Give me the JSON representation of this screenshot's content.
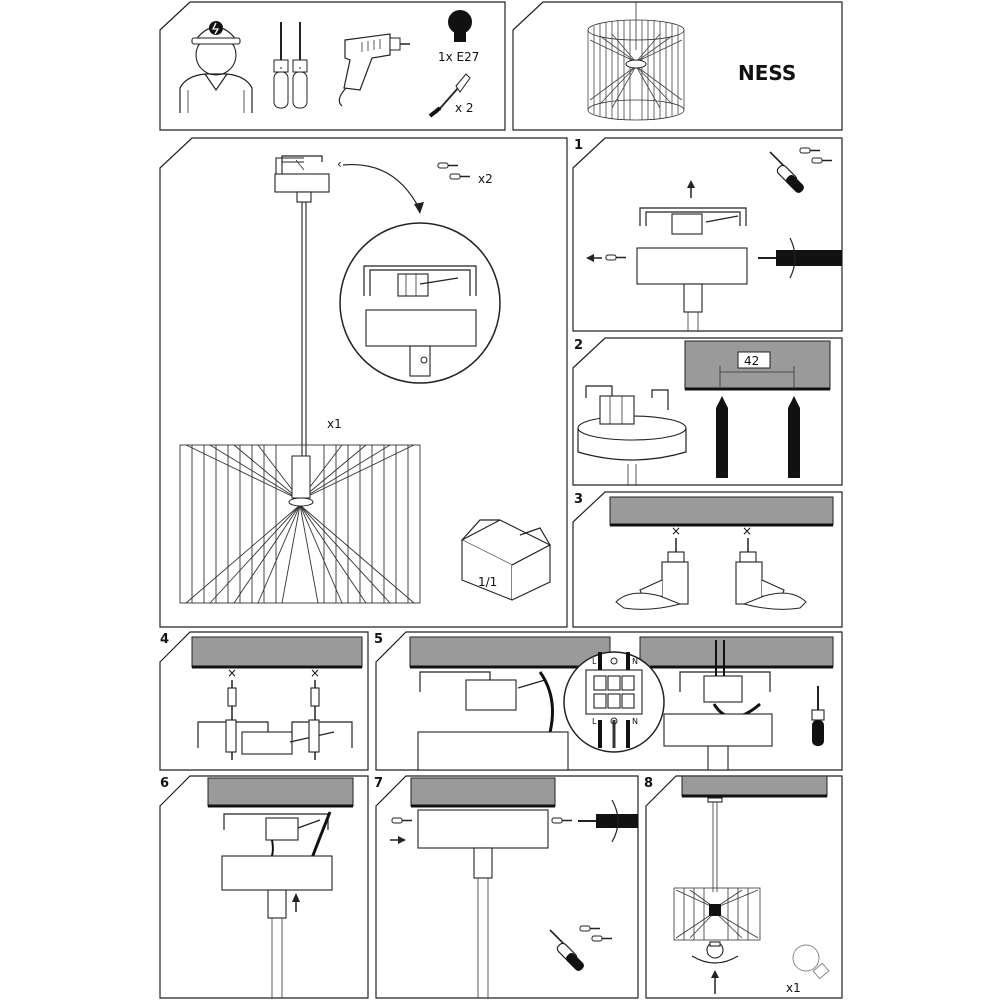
{
  "header": {
    "bulb_label": "1x E27",
    "screw_label": "x 2",
    "product_name": "NESS"
  },
  "main": {
    "screws_label": "x2",
    "lamp_qty": "x1",
    "box_label": "1/1"
  },
  "steps": {
    "s1": "1",
    "s2": "2",
    "s3": "3",
    "s4": "4",
    "s5": "5",
    "s6": "6",
    "s7": "7",
    "s8": "8"
  },
  "step2": {
    "distance": "42"
  },
  "step5": {
    "l": "L",
    "n": "N"
  },
  "step8": {
    "bulb_qty": "x1"
  }
}
